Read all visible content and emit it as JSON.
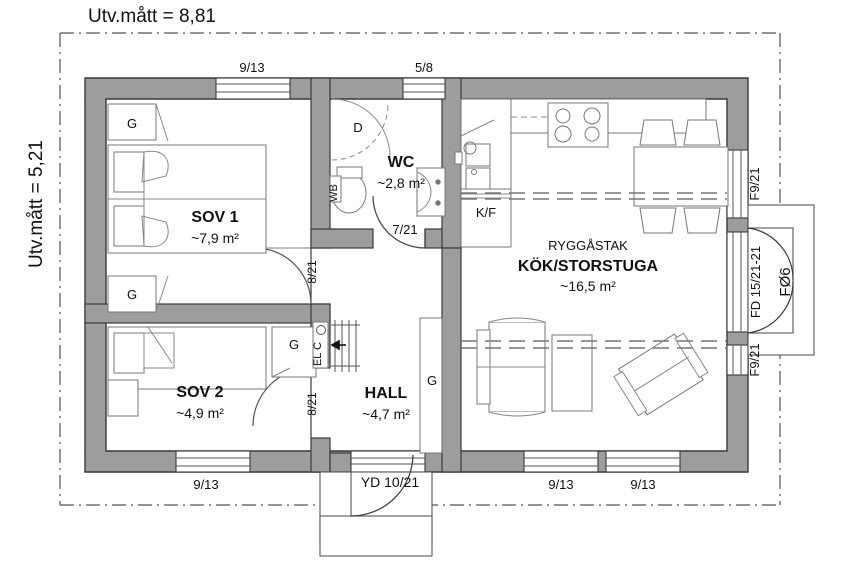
{
  "plan": {
    "title_top": "Utv.mått = 8,81",
    "title_left": "Utv.mått = 5,21",
    "overall_width_m": 8.81,
    "overall_depth_m": 5.21
  },
  "rooms": [
    {
      "id": "sov1",
      "name": "SOV 1",
      "area": "~7,9 m²",
      "sub": ""
    },
    {
      "id": "sov2",
      "name": "SOV 2",
      "area": "~4,9 m²",
      "sub": ""
    },
    {
      "id": "wc",
      "name": "WC",
      "area": "~2,8 m²",
      "sub": ""
    },
    {
      "id": "hall",
      "name": "HALL",
      "area": "~4,7 m²",
      "sub": ""
    },
    {
      "id": "kok",
      "name": "KÖK/STORSTUGA",
      "area": "~16,5 m²",
      "sub": "RYGGÅSTAK"
    }
  ],
  "fixtures": [
    {
      "id": "wardrobe_sov1_top",
      "label": "G"
    },
    {
      "id": "wardrobe_sov1_bot",
      "label": "G"
    },
    {
      "id": "wardrobe_sov2",
      "label": "G"
    },
    {
      "id": "wardrobe_hall",
      "label": "G"
    },
    {
      "id": "shower",
      "label": "D"
    },
    {
      "id": "washbasin",
      "label": "WB"
    },
    {
      "id": "fridge_freezer",
      "label": "K/F"
    },
    {
      "id": "electrical_central",
      "label": "EL C"
    }
  ],
  "openings": {
    "windows_top": [
      {
        "id": "win_sov1_top",
        "label": "9/13"
      },
      {
        "id": "win_wc_top",
        "label": "5/8"
      }
    ],
    "windows_bottom": [
      {
        "id": "win_sov2_bot",
        "label": "9/13"
      },
      {
        "id": "win_liv_bot_1",
        "label": "9/13"
      },
      {
        "id": "win_liv_bot_2",
        "label": "9/13"
      }
    ],
    "windows_right": [
      {
        "id": "win_kok_right",
        "label": "F9/21"
      },
      {
        "id": "win_liv_right",
        "label": "F9/21"
      }
    ],
    "doors": [
      {
        "id": "door_wc",
        "label": "7/21"
      },
      {
        "id": "door_sov1",
        "label": "8/21"
      },
      {
        "id": "door_sov2",
        "label": "8/21"
      },
      {
        "id": "door_entry",
        "label": "YD 10/21"
      },
      {
        "id": "door_patio",
        "label": "FD 15/21-21"
      },
      {
        "id": "post_label",
        "label": "FØ6"
      }
    ]
  },
  "colors": {
    "wall_fill": "#9d9d9d",
    "wall_stroke": "#3a3a3a",
    "line": "#6f6f6f",
    "text": "#111111",
    "paper": "#ffffff"
  }
}
